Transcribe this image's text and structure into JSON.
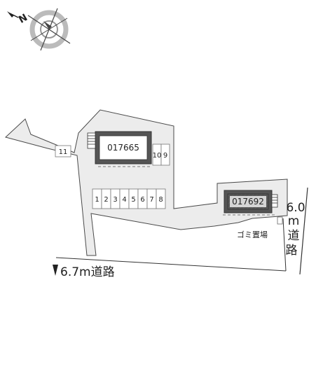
{
  "compass": {
    "north_letter": "N"
  },
  "buildings": [
    {
      "id": "017665"
    },
    {
      "id": "017692"
    }
  ],
  "parking": {
    "row_spaces": [
      "1",
      "2",
      "3",
      "4",
      "5",
      "6",
      "7",
      "8"
    ],
    "top_spaces": [
      "10",
      "9"
    ],
    "left_space": "11"
  },
  "trash": {
    "label": "ゴミ置場"
  },
  "roads": {
    "bottom": "6.7m道路",
    "right_line1": "6.0",
    "right_line2": "m",
    "right_line3": "道",
    "right_line4": "路"
  },
  "colors": {
    "lot_fill": "#ececec",
    "outline": "#4a4a4a",
    "building_dark": "#555555"
  }
}
